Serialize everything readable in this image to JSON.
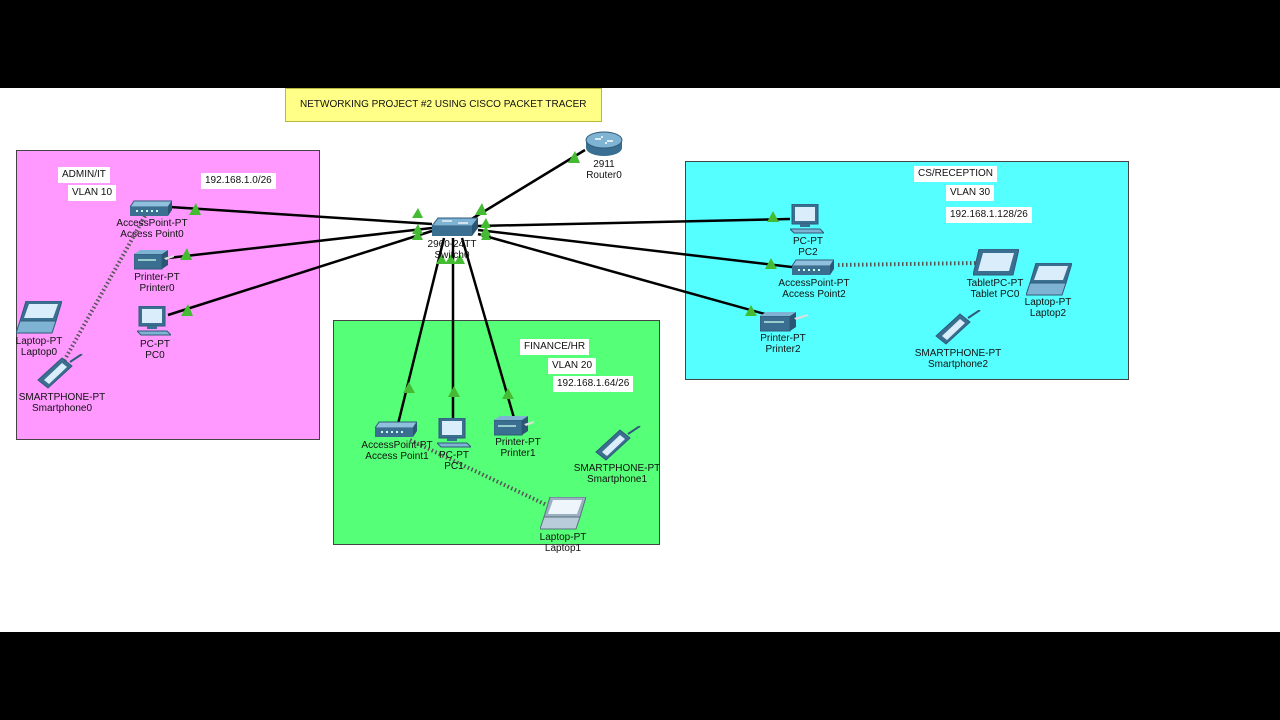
{
  "title": "NETWORKING PROJECT #2 USING CISCO PACKET TRACER",
  "zones": {
    "admin": {
      "name": "ADMIN/IT",
      "vlan": "VLAN 10",
      "subnet": "192.168.1.0/26",
      "color": "#ff99ff"
    },
    "finance": {
      "name": "FINANCE/HR",
      "vlan": "VLAN 20",
      "subnet": "192.168.1.64/26",
      "color": "#55ff77"
    },
    "cs": {
      "name": "CS/RECEPTION",
      "vlan": "VLAN 30",
      "subnet": "192.168.1.128/26",
      "color": "#55ffff"
    }
  },
  "devices": {
    "router": {
      "model": "2911",
      "name": "Router0"
    },
    "switch": {
      "model": "2960-24TT",
      "name": "Switch0"
    },
    "ap0": {
      "model": "AccessPoint-PT",
      "name": "Access Point0"
    },
    "printer0": {
      "model": "Printer-PT",
      "name": "Printer0"
    },
    "pc0": {
      "model": "PC-PT",
      "name": "PC0"
    },
    "laptop0": {
      "model": "Laptop-PT",
      "name": "Laptop0"
    },
    "smartphone0": {
      "model": "SMARTPHONE-PT",
      "name": "Smartphone0"
    },
    "ap1": {
      "model": "AccessPoint-PT",
      "name": "Access Point1"
    },
    "pc1": {
      "model": "PC-PT",
      "name": "PC1"
    },
    "printer1": {
      "model": "Printer-PT",
      "name": "Printer1"
    },
    "smartphone1": {
      "model": "SMARTPHONE-PT",
      "name": "Smartphone1"
    },
    "laptop1": {
      "model": "Laptop-PT",
      "name": "Laptop1"
    },
    "pc2": {
      "model": "PC-PT",
      "name": "PC2"
    },
    "ap2": {
      "model": "AccessPoint-PT",
      "name": "Access Point2"
    },
    "printer2": {
      "model": "Printer-PT",
      "name": "Printer2"
    },
    "tablet0": {
      "model": "TabletPC-PT",
      "name": "Tablet PC0"
    },
    "laptop2": {
      "model": "Laptop-PT",
      "name": "Laptop2"
    },
    "smartphone2": {
      "model": "SMARTPHONE-PT",
      "name": "Smartphone2"
    }
  },
  "colors": {
    "cable": "#000000",
    "link_up": "#44bb33",
    "wireless": "#555555",
    "device": "#5a8fb0"
  }
}
